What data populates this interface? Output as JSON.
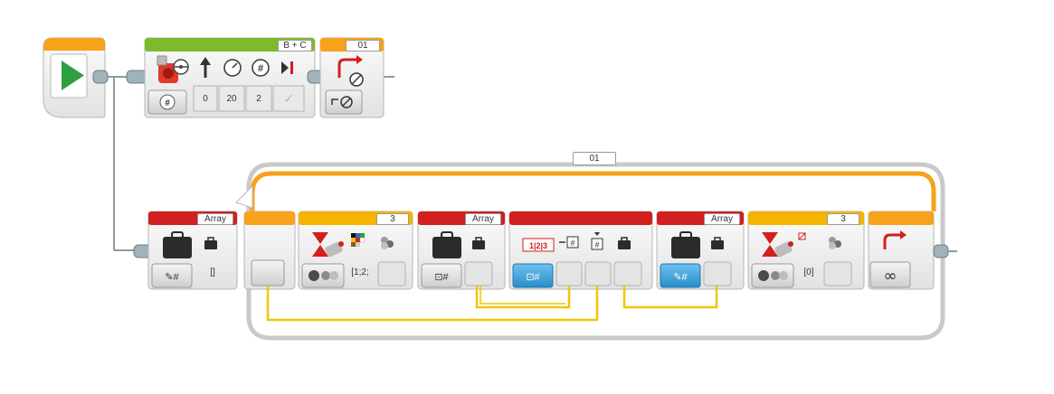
{
  "program": {
    "motor_block": {
      "ports_label": "B + C",
      "params": [
        "0",
        "20",
        "2",
        "✓"
      ]
    },
    "loop_interrupt_block": {
      "loop_name": "01"
    },
    "loop": {
      "name": "01",
      "infinite_symbol": "∞"
    },
    "array_block_1": {
      "type_label": "Array",
      "value": "[]"
    },
    "color_wait_block": {
      "port_label": "3",
      "value": "[1;2;"
    },
    "array_block_2": {
      "type_label": "Array"
    },
    "array_op_block": {},
    "array_block_3": {
      "type_label": "Array"
    },
    "color_wait_block_2": {
      "port_label": "3",
      "value": "[0]"
    }
  },
  "colors": {
    "start_orange": "#f7a21b",
    "motor_green": "#7dbb2c",
    "flow_orange": "#f7a21b",
    "data_red": "#d21f1f",
    "sensor_yellow": "#f5b400",
    "block_body": "#eeeeee",
    "wire_yellow": "#f5c400",
    "loop_outline": "#c9c9c9",
    "loop_band": "#f7a21b",
    "mode_blue": "#3da3dc"
  }
}
